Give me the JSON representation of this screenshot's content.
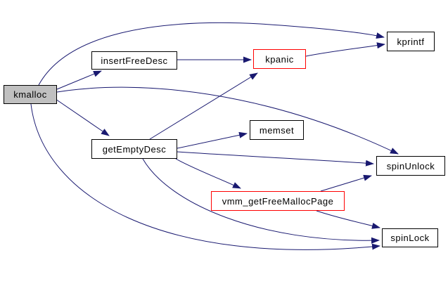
{
  "diagram": {
    "kind": "doxygen-call-graph",
    "root_function": "kmalloc",
    "colors": {
      "background": "#ffffff",
      "edge": "#191970",
      "node_fill": "#ffffff",
      "node_border": "#000000",
      "selected_node_fill": "#c0c0c0",
      "highlighted_node_border": "#ff0000",
      "text": "#000000"
    },
    "nodes": [
      {
        "id": "kmalloc",
        "label": "kmalloc",
        "style": "selected"
      },
      {
        "id": "insertFreeDesc",
        "label": "insertFreeDesc",
        "style": "normal"
      },
      {
        "id": "kpanic",
        "label": "kpanic",
        "style": "highlight"
      },
      {
        "id": "kprintf",
        "label": "kprintf",
        "style": "normal"
      },
      {
        "id": "getEmptyDesc",
        "label": "getEmptyDesc",
        "style": "normal"
      },
      {
        "id": "memset",
        "label": "memset",
        "style": "normal"
      },
      {
        "id": "spinUnlock",
        "label": "spinUnlock",
        "style": "normal"
      },
      {
        "id": "vmm_getFreeMallocPage",
        "label": "vmm_getFreeMallocPage",
        "style": "highlight"
      },
      {
        "id": "spinLock",
        "label": "spinLock",
        "style": "normal"
      }
    ],
    "edges": [
      {
        "from": "kmalloc",
        "to": "kprintf"
      },
      {
        "from": "kmalloc",
        "to": "insertFreeDesc"
      },
      {
        "from": "kmalloc",
        "to": "spinUnlock"
      },
      {
        "from": "kmalloc",
        "to": "getEmptyDesc"
      },
      {
        "from": "kmalloc",
        "to": "spinLock"
      },
      {
        "from": "insertFreeDesc",
        "to": "kpanic"
      },
      {
        "from": "kpanic",
        "to": "kprintf"
      },
      {
        "from": "getEmptyDesc",
        "to": "kpanic"
      },
      {
        "from": "getEmptyDesc",
        "to": "memset"
      },
      {
        "from": "getEmptyDesc",
        "to": "spinUnlock"
      },
      {
        "from": "getEmptyDesc",
        "to": "vmm_getFreeMallocPage"
      },
      {
        "from": "getEmptyDesc",
        "to": "spinLock"
      },
      {
        "from": "vmm_getFreeMallocPage",
        "to": "spinUnlock"
      },
      {
        "from": "vmm_getFreeMallocPage",
        "to": "spinLock"
      }
    ]
  }
}
